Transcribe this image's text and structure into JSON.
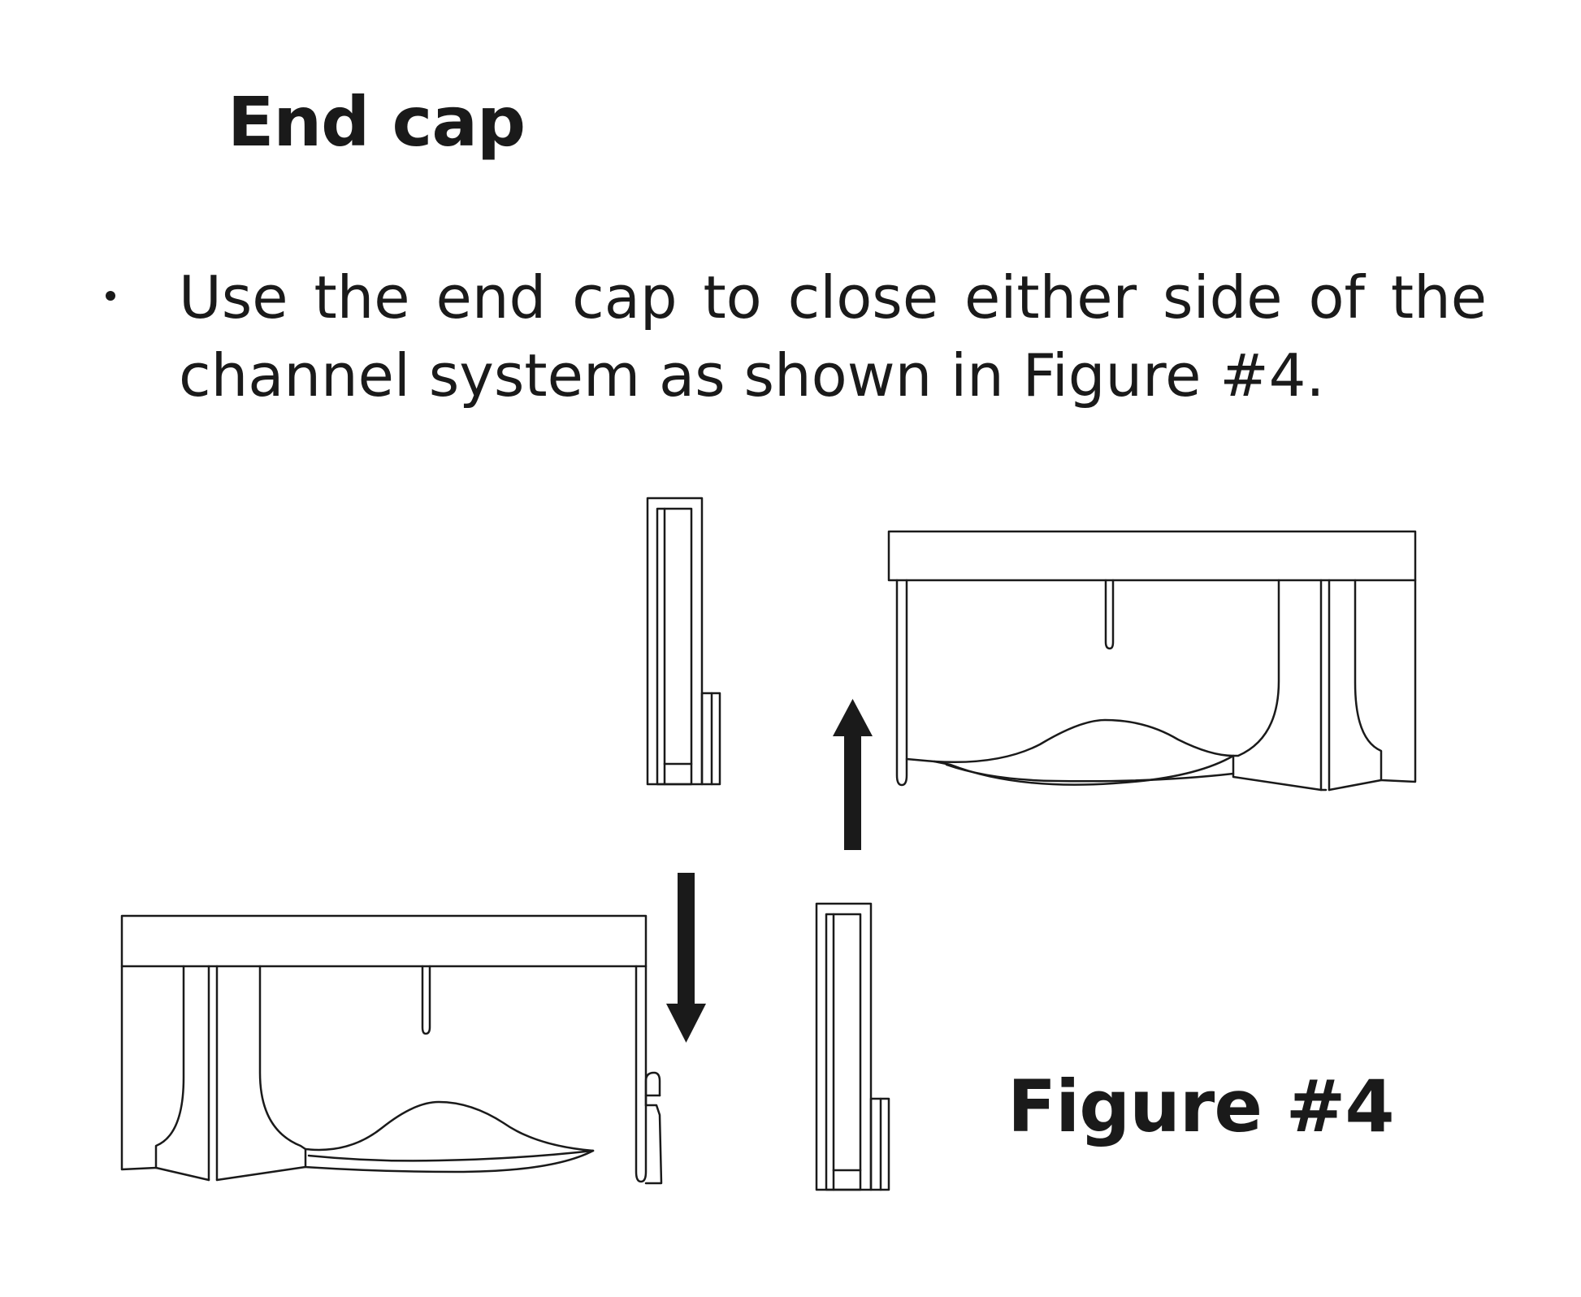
{
  "heading": "End cap",
  "instruction": {
    "text": "Use the end cap to close either side of the channel system as shown in Figure #4."
  },
  "figure": {
    "label": "Figure #4",
    "arrows": {
      "top_left": "down",
      "top_right": "up"
    },
    "colors": {
      "ink": "#1a1a1a",
      "background": "#ffffff"
    }
  }
}
